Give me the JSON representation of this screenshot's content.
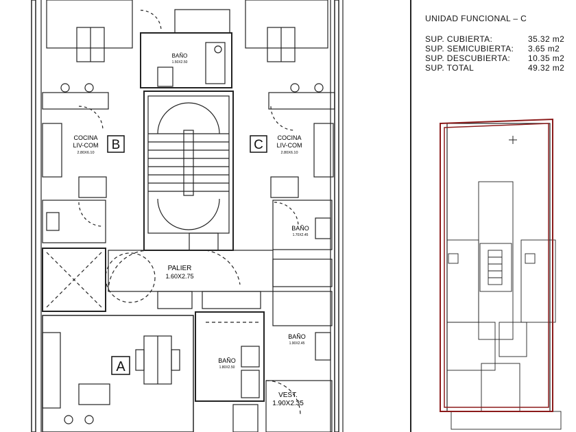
{
  "plan": {
    "units": [
      {
        "letter": "B",
        "room": "COCINA",
        "room2": "LIV-COM",
        "dims": "2.80X6.10"
      },
      {
        "letter": "C",
        "room": "COCINA",
        "room2": "LIV-COM",
        "dims": "2.80X6.10"
      },
      {
        "letter": "A"
      }
    ],
    "rooms": {
      "bano_top": {
        "label": "BAÑO",
        "dims": "1.50X2.50"
      },
      "bano_right1": {
        "label": "BAÑO",
        "dims": "1.70X2.45"
      },
      "bano_right2": {
        "label": "BAÑO",
        "dims": "1.90X2.45"
      },
      "bano_center": {
        "label": "BAÑO",
        "dims": "1.80X2.50"
      },
      "palier": {
        "label": "PALIER",
        "dims": "1.60X2.75"
      },
      "vest": {
        "label": "VEST.",
        "dims": "1.90X2.35"
      }
    }
  },
  "unit_info": {
    "title": "UNIDAD FUNCIONAL  –  C",
    "areas": [
      {
        "label": "SUP.  CUBIERTA:",
        "value": "35.32  m2"
      },
      {
        "label": "SUP.  SEMICUBIERTA:",
        "value": "3.65  m2"
      },
      {
        "label": "SUP.  DESCUBIERTA:",
        "value": "10.35  m2"
      },
      {
        "label": "SUP.  TOTAL",
        "value": "49.32  m2"
      }
    ]
  },
  "colors": {
    "line": "#222222",
    "highlight": "#8b1a1a"
  }
}
